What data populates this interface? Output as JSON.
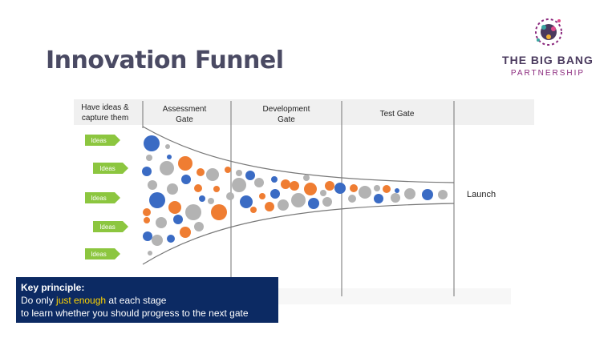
{
  "title": "Innovation Funnel",
  "logo": {
    "line1": "THE BIG BANG",
    "line2": "PARTNERSHIP"
  },
  "headers": {
    "col0": [
      "Have ideas &",
      "capture them"
    ],
    "col1": [
      "Assessment",
      "Gate"
    ],
    "col2": [
      "Development",
      "Gate"
    ],
    "col3": "Test Gate"
  },
  "ideas_label": "Ideas",
  "launch_label": "Launch",
  "key_principle": {
    "heading": "Key principle:",
    "line1_before": "Do only ",
    "line1_highlight": "just enough",
    "line1_after": " at each stage",
    "line2": "to learn whether you should progress to the next gate"
  },
  "colors": {
    "blue": "#3a6bc4",
    "orange": "#ef7d32",
    "gray": "#b3b3b3",
    "arrow_green": "#8cc63f",
    "key_box": "#0c2a63",
    "highlight": "#ffd400"
  }
}
